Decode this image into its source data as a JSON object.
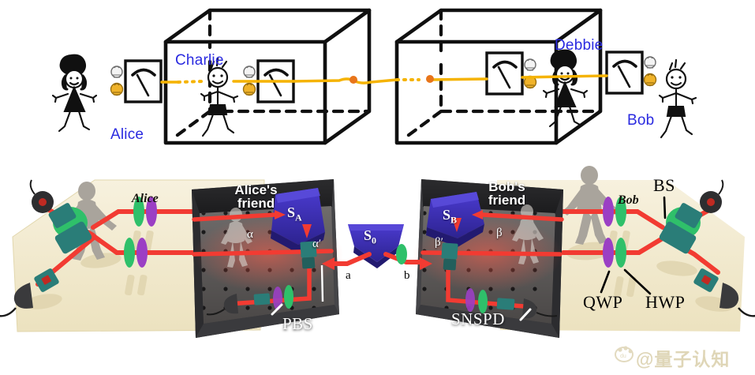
{
  "figure": {
    "title": "Wigner's friend Bell test: conceptual cartoon and optical setup",
    "background": "#ffffff"
  },
  "colors": {
    "blue_name": "#2a2ae0",
    "photon_line": "#f5b301",
    "photon_dot": "#e8751a",
    "beam_red": "#f23b32",
    "source_blue": "#3b2fae",
    "source_blue_dark": "#2a2180",
    "table_surface": "#f2ead0",
    "lab_box_dark": "#3c3c3f",
    "lab_box_face": "#4a4a4d",
    "optic_green": "#2fc06a",
    "optic_purple": "#9b3fc4",
    "mount_teal": "#2a7d78",
    "detector_gray": "#3a3a3c",
    "person_gray": "#a9a49c",
    "outline_black": "#101010",
    "watermark": "#ded4b4"
  },
  "top_panel": {
    "name": "conceptual-cartoon",
    "actors": [
      {
        "id": "alice",
        "label": "Alice",
        "inside_lab": false,
        "figure": "girl"
      },
      {
        "id": "charlie",
        "label": "Charlie",
        "inside_lab": true,
        "figure": "boy"
      },
      {
        "id": "debbie",
        "label": "Debbie",
        "inside_lab": true,
        "figure": "girl"
      },
      {
        "id": "bob",
        "label": "Bob",
        "inside_lab": false,
        "figure": "boy"
      }
    ],
    "labs": [
      {
        "id": "lab-left",
        "occupant": "Charlie"
      },
      {
        "id": "lab-right",
        "occupant": "Debbie"
      }
    ],
    "meters": [
      {
        "id": "meter-alice",
        "owner": "Alice"
      },
      {
        "id": "meter-charlie",
        "owner": "Charlie"
      },
      {
        "id": "meter-debbie",
        "owner": "Debbie"
      },
      {
        "id": "meter-bob",
        "owner": "Bob"
      }
    ],
    "entangled_link": {
      "id": "photon-pair-line",
      "style": "solid-and-dotted yellow line with orange photon markers",
      "marker_count": 2
    }
  },
  "bottom_panel": {
    "name": "optical-table-setup",
    "tables": [
      {
        "id": "alice-table",
        "label": "Alice"
      },
      {
        "id": "bob-table",
        "label": "Bob"
      }
    ],
    "labs": [
      {
        "id": "alice-lab",
        "friend_label": "Alice's\nfriend",
        "friend_line1": "Alice's",
        "friend_line2": "friend",
        "source_label": "S",
        "source_sub": "A",
        "setting_in": "α",
        "setting_out": "α′"
      },
      {
        "id": "bob-lab",
        "friend_label": "Bob's\nfriend",
        "friend_line1": "Bob's",
        "friend_line2": "friend",
        "source_label": "S",
        "source_sub": "B",
        "setting_in": "β",
        "setting_out": "β′"
      }
    ],
    "central_source": {
      "id": "entangled-source",
      "label": "S",
      "sub": "0",
      "mode_left": "a",
      "mode_right": "b"
    },
    "components": [
      {
        "id": "pbs",
        "label": "PBS",
        "style": "white",
        "lab": "alice-lab"
      },
      {
        "id": "snspd",
        "label": "SNSPD",
        "style": "white",
        "lab": "bob-lab"
      },
      {
        "id": "qwp",
        "label": "QWP",
        "style": "black",
        "lab": "bob-table"
      },
      {
        "id": "hwp",
        "label": "HWP",
        "style": "black",
        "lab": "bob-table"
      },
      {
        "id": "bs",
        "label": "BS",
        "style": "black",
        "lab": "bob-table"
      }
    ]
  },
  "watermark": {
    "id": "site-watermark",
    "handle": "@量子认知",
    "logo": "baidu-paw-icon"
  }
}
